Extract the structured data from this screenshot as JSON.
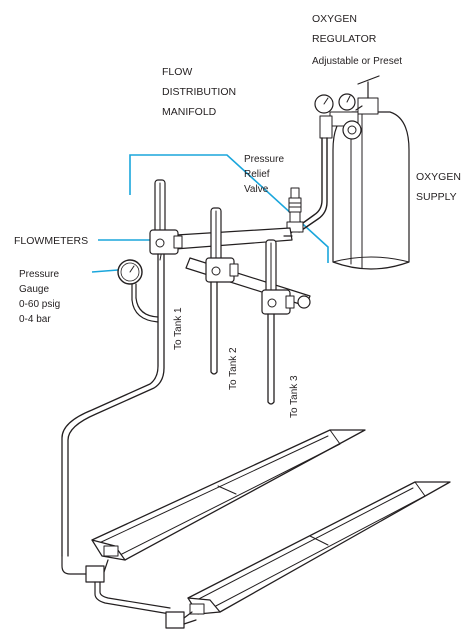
{
  "labels": {
    "regulator_line1": "OXYGEN",
    "regulator_line2": "REGULATOR",
    "regulator_line3": "Adjustable or Preset",
    "manifold_line1": "FLOW",
    "manifold_line2": "DISTRIBUTION",
    "manifold_line3": "MANIFOLD",
    "relief_line1": "Pressure",
    "relief_line2": "Relief",
    "relief_line3": "Valve",
    "supply_line1": "OXYGEN",
    "supply_line2": "SUPPLY",
    "flowmeters": "FLOWMETERS",
    "gauge_line1": "Pressure",
    "gauge_line2": "Gauge",
    "gauge_line3": "0-60 psig",
    "gauge_line4": "0-4 bar",
    "tank1": "To Tank 1",
    "tank2": "To Tank 2",
    "tank3": "To Tank 3"
  },
  "colors": {
    "callout": "#1aa6dc",
    "ink": "#231f20"
  }
}
